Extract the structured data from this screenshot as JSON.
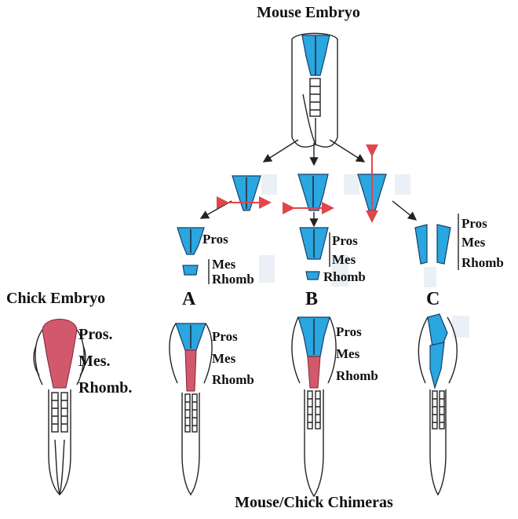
{
  "titles": {
    "mouse": "Mouse Embryo",
    "chick": "Chick Embryo",
    "chimeras": "Mouse/Chick Chimeras"
  },
  "letters": {
    "a": "A",
    "b": "B",
    "c": "C"
  },
  "pieces": {
    "a": {
      "pros": "Pros",
      "mes": "Mes",
      "rhomb": "Rhomb"
    },
    "b": {
      "pros": "Pros",
      "mes": "Mes",
      "rhomb": "Rhomb"
    },
    "c": {
      "pros": "Pros",
      "mes": "Mes",
      "rhomb": "Rhomb"
    }
  },
  "chick_labels": {
    "pros": "Pros.",
    "mes": "Mes.",
    "rhomb": "Rhomb."
  },
  "chimera_labels": {
    "a": {
      "pros": "Pros",
      "mes": "Mes",
      "rhomb": "Rhomb"
    },
    "b": {
      "pros": "Pros",
      "mes": "Mes",
      "rhomb": "Rhomb"
    }
  },
  "colors": {
    "mouse_tissue": "#2aa6e0",
    "chick_tissue": "#d2596c",
    "cut_arrow": "#e0464a"
  }
}
